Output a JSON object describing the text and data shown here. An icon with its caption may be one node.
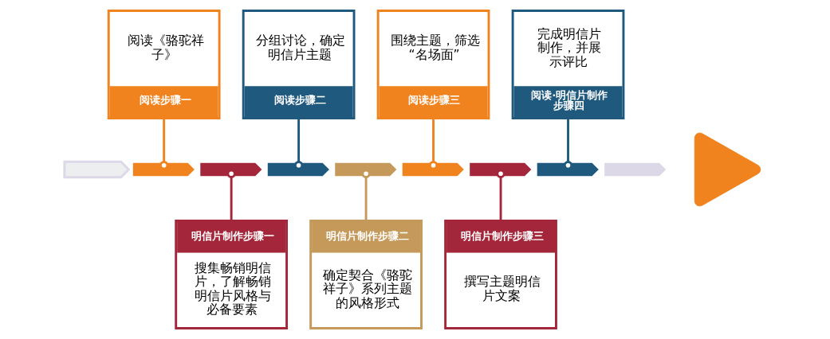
{
  "diagram": {
    "nodes": [
      {
        "text": [
          "阅读《骆驼祥子》",
          "阅读步骤一"
        ]
      },
      {
        "text": [
          "分组讨论，确定明信片主题",
          "阅读步骤二"
        ]
      },
      {
        "text": [
          "围绕主题，筛选“名场面”",
          "阅读步骤三"
        ]
      },
      {
        "text": [
          "完成明信片制作，并展示评比",
          "阅读·明信片制作步骤四"
        ]
      },
      {
        "text": [],
        "shape": "chevron"
      },
      {
        "text": [],
        "shape": "chevron"
      },
      {
        "text": [],
        "shape": "chevron"
      },
      {
        "text": [],
        "shape": "chevron"
      },
      {
        "text": [],
        "shape": "chevron"
      },
      {
        "text": [],
        "shape": "chevron"
      },
      {
        "text": [],
        "shape": "chevron"
      },
      {
        "text": [],
        "shape": "chevron"
      },
      {
        "text": [],
        "shape": "chevron"
      },
      {
        "text": [],
        "shape": "triangle"
      },
      {
        "text": [
          "明信片制作步骤一",
          "搜集畅销明信片，了解畅销明信片风格与必备要素"
        ]
      },
      {
        "text": [
          "明信片制作步骤二",
          "确定契合《骆驼祥子》系列主题的风格形式"
        ]
      },
      {
        "text": [
          "明信片制作步骤三",
          "撰写主题明信片文案"
        ]
      }
    ],
    "edges": [
      {
        "from": 0,
        "to": 5,
        "arrow": "other",
        "color": "#f0831e"
      },
      {
        "from": 1,
        "to": 7,
        "arrow": "other",
        "color": "#1f5a7e"
      },
      {
        "from": 2,
        "to": 9,
        "arrow": "other",
        "color": "#f0831e"
      },
      {
        "from": 3,
        "to": 11,
        "arrow": "other",
        "color": "#1f5a7e"
      },
      {
        "from": 6,
        "to": 14,
        "arrow": "other",
        "color": "#a3263a"
      },
      {
        "from": 8,
        "to": 15,
        "arrow": "other",
        "color": "#c4995a"
      },
      {
        "from": 10,
        "to": 16,
        "arrow": "other",
        "color": "#a3263a"
      }
    ]
  }
}
